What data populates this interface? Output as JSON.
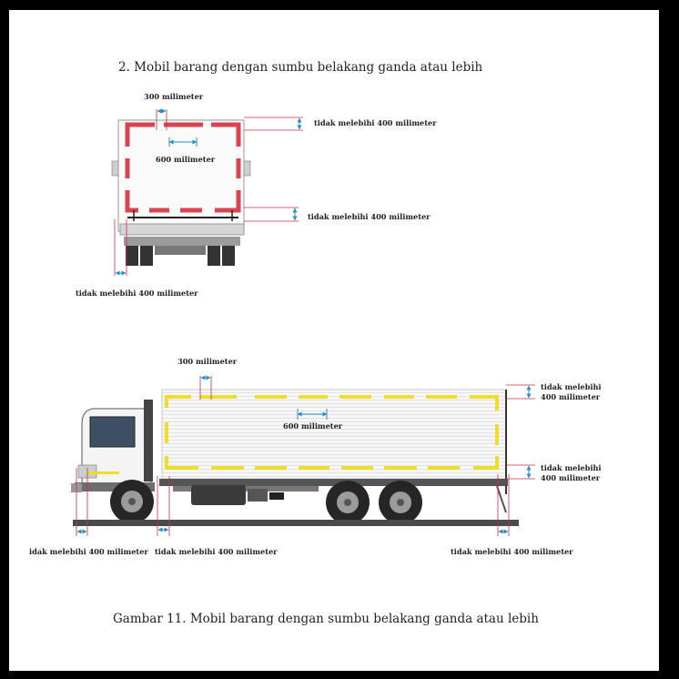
{
  "heading": "2.   Mobil barang dengan sumbu belakang ganda atau lebih",
  "rear_view": {
    "label_top_spacing": "300 milimeter",
    "label_inner_width": "600 milimeter",
    "label_top_margin": "tidak melebihi 400 milimeter",
    "label_bottom_margin": "tidak melebihi 400 milimeter",
    "label_side_margin": "tidak melebihi 400 milimeter"
  },
  "side_view": {
    "label_top_spacing": "300 milimeter",
    "label_inner_width": "600 milimeter",
    "label_top_right_line1": "tidak melebihi",
    "label_top_right_line2": "400 milimeter",
    "label_bottom_right_line1": "tidak melebihi",
    "label_bottom_right_line2": "400 milimeter",
    "label_front_ground": "idak melebihi 400 milimeter",
    "label_mid_ground": "tidak melebihi 400 milimeter",
    "label_rear_ground": "tidak melebihi 400 milimeter"
  },
  "caption": "Gambar 11. Mobil barang dengan sumbu belakang ganda atau lebih",
  "colors": {
    "red_marking": "#d94450",
    "yellow_marking": "#f2dc2a",
    "arrow": "#2a8fc6",
    "guide_line": "#cc2b4a"
  }
}
